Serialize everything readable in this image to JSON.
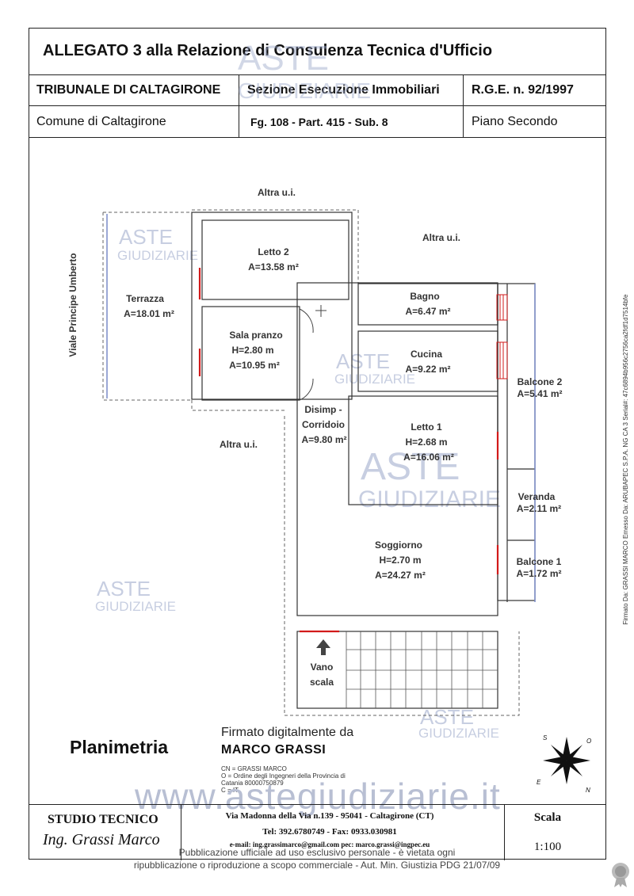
{
  "header": {
    "title": "ALLEGATO 3 alla Relazione di Consulenza Tecnica d'Ufficio",
    "court": "TRIBUNALE DI CALTAGIRONE",
    "section": "Sezione Esecuzione Immobiliari",
    "rge": "R.G.E. n. 92/1997",
    "comune": "Comune di Caltagirone",
    "catasto": "Fg. 108 - Part. 415 - Sub. 8",
    "piano": "Piano Secondo"
  },
  "plan": {
    "street": "Viale Principe Umberto",
    "altra_top": "Altra u.i.",
    "altra_right": "Altra u.i.",
    "altra_left": "Altra u.i.",
    "rooms": {
      "letto2": {
        "name": "Letto 2",
        "area": "A=13.58 m²"
      },
      "terrazza": {
        "name": "Terrazza",
        "area": "A=18.01 m²"
      },
      "sala": {
        "name": "Sala pranzo",
        "height": "H=2.80 m",
        "area": "A=10.95 m²"
      },
      "bagno": {
        "name": "Bagno",
        "area": "A=6.47 m²"
      },
      "cucina": {
        "name": "Cucina",
        "area": "A=9.22 m²"
      },
      "disimp1": "Disimp -",
      "disimp2": "Corridoio",
      "disimp_area": "A=9.80 m²",
      "letto1": {
        "name": "Letto 1",
        "height": "H=2.68 m",
        "area": "A=16.06 m²"
      },
      "soggiorno": {
        "name": "Soggiorno",
        "height": "H=2.70 m",
        "area": "A=24.27 m²"
      },
      "balcone2": {
        "name": "Balcone 2",
        "area": "A=5.41 m²"
      },
      "veranda": {
        "name": "Veranda",
        "area": "A=2.11 m²"
      },
      "balcone1": {
        "name": "Balcone 1",
        "area": "A=1.72 m²"
      },
      "vano1": "Vano",
      "vano2": "scala"
    }
  },
  "watermark": {
    "line1": "ASTE",
    "line2": "GIUDIZIARIE",
    "url": "www.astegiudiziarie.it"
  },
  "signature": {
    "planimetria": "Planimetria",
    "firmato": "Firmato digitalmente da",
    "name": "MARCO GRASSI",
    "cn": "CN = GRASSI MARCO",
    "o": "O = Ordine degli Ingegneri della Provincia di",
    "o2": "Catania 80000750879",
    "c": "C = IT"
  },
  "footer": {
    "studio": "STUDIO TECNICO",
    "ing": "Ing. Grassi Marco",
    "address": "Via Madonna della Via n.139 - 95041 - Caltagirone (CT)",
    "tel": "Tel: 392.6780749   -   Fax: 0933.030981",
    "email": "e-mail: ing.grassimarco@gmail.com   pec: marco.grassi@ingpec.eu",
    "scala_label": "Scala",
    "scala_value": "1:100"
  },
  "disclaimer": {
    "line1": "Pubblicazione ufficiale ad uso esclusivo personale - è vietata ogni",
    "line2": "ripubblicazione o riproduzione a scopo commerciale - Aut. Min. Giustizia PDG 21/07/09"
  },
  "compass": {
    "s": "S",
    "o": "O",
    "e": "E",
    "n": "N"
  },
  "side_note": "Firmato Da: GRASSI MARCO Emesso Da: ARUBAPEC S.P.A. NG CA 3 Serial#: 47c6894b956c2756ca2fdf1d7514bfe"
}
